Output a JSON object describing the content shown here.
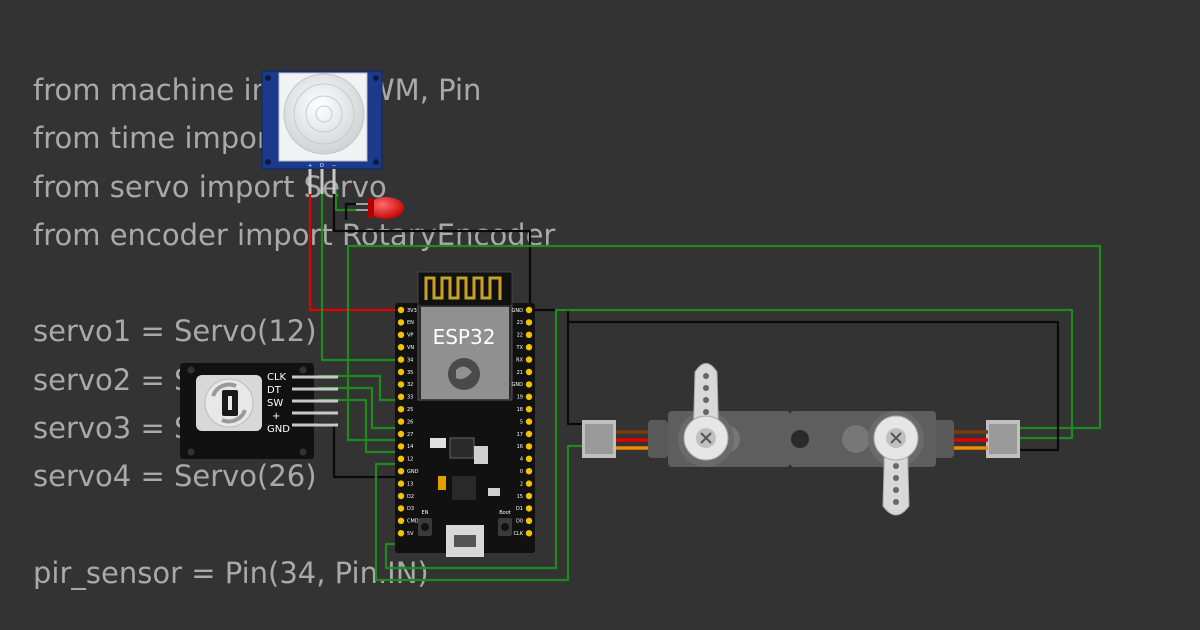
{
  "code_lines": [
    "from machine import PWM, Pin",
    "from time import sleep",
    "from servo import Servo",
    "from encoder import RotaryEncoder",
    "",
    "servo1 = Servo(12)",
    "servo2 = Servo(13)",
    "servo3 = Servo(14)",
    "servo4 = Servo(26)",
    "",
    "pir_sensor = Pin(34, Pin.IN)"
  ],
  "esp32": {
    "module_label": "ESP32",
    "left_pins": [
      "3V3",
      "EN",
      "VP",
      "VN",
      "34",
      "35",
      "32",
      "33",
      "25",
      "26",
      "27",
      "14",
      "12",
      "GND",
      "13",
      "D2",
      "D3",
      "CMD",
      "5V"
    ],
    "right_pins": [
      "GND",
      "23",
      "22",
      "TX",
      "RX",
      "21",
      "GND",
      "19",
      "18",
      "5",
      "17",
      "16",
      "4",
      "0",
      "2",
      "15",
      "D1",
      "D0",
      "CLK"
    ],
    "en_label": "EN",
    "boot_label": "Boot"
  },
  "pir": {
    "pin_labels": [
      "+",
      "D",
      "−"
    ]
  },
  "encoder": {
    "pin_labels": [
      "CLK",
      "DT",
      "SW",
      "+",
      "GND"
    ]
  },
  "colors": {
    "background": "#333333",
    "code_text": "#a9a9a9",
    "wire_green": "#1f8a1f",
    "wire_black": "#0a0a0a",
    "wire_red": "#e00000",
    "board": "#111111",
    "servo_body": "#5a5a5a",
    "pir_board": "#1c3a8c"
  }
}
